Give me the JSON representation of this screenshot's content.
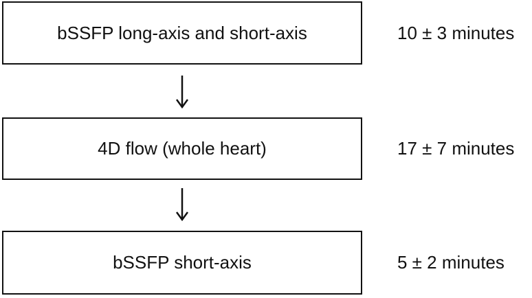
{
  "steps": [
    {
      "label": "bSSFP long-axis and short-axis",
      "duration": "10 ± 3 minutes"
    },
    {
      "label": "4D flow (whole heart)",
      "duration": "17 ± 7 minutes"
    },
    {
      "label": "bSSFP short-axis",
      "duration": "5 ± 2 minutes"
    }
  ],
  "colors": {
    "stroke": "#111111",
    "background": "#ffffff"
  }
}
